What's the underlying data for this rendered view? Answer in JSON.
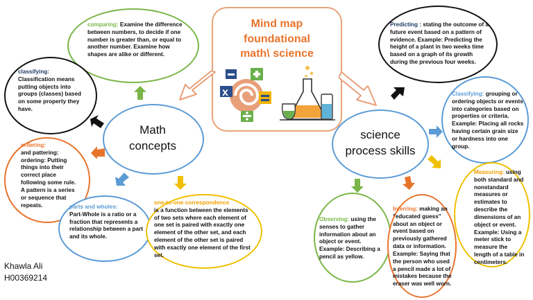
{
  "center": {
    "title_lines": [
      "Mind map",
      "foundational",
      "math\\ science"
    ]
  },
  "main": {
    "math": [
      "Math",
      "concepts"
    ],
    "science": [
      "science",
      "process skills"
    ]
  },
  "bubbles": {
    "comparing": {
      "head": "comparing:",
      "text": " Examine the difference between numbers, to decide if one number is greater than, or equal to another number. Examine how shapes are alike or different."
    },
    "classifying_math": {
      "head": "classifying:",
      "text": "Classification means putting objects into groups (classes) based on some property they have."
    },
    "ordering": {
      "head": "ordering:",
      "text": "and pattering: ordering: Putting things into their correct place following some rule. A pattern is a series or sequence that repeats."
    },
    "parts_wholes": {
      "head": "parts and wholes:",
      "text": " Part-Whole is a ratio or a fraction that represents a relationship between a part and its whole."
    },
    "one_to_one": {
      "head": "one-to-one correspondence",
      "text": "is a  function between the elements of two sets where each element of one set is paired with exactly one element of the other set, and each element of the other set is paired with exactly one element of the first set."
    },
    "predicting": {
      "head": "Predicting :",
      "text": " stating the outcome of a future event based on a pattern of evidence. Example: Predicting the height of a plant in two weeks time based on a graph of its growth during the previous four weeks."
    },
    "classifying_sci": {
      "head": "Classifying:",
      "text": "  grouping or ordering objects or events into categories based on properties or criteria. Example: Placing all rocks having certain grain size or hardness into one group."
    },
    "measuring": {
      "head": "Measuring:",
      "text": " using both standard and nonstandard measures or estimates to describe the dimensions of an object or event. Example: Using a meter stick to measure the length of a table in centimeters."
    },
    "observing": {
      "head": "Observing:",
      "text": " using the senses to gather information about an object or event. Example: Describing a pencil as yellow."
    },
    "inferring": {
      "head": "Inferring:",
      "text": " making an \"educated guess\" about an object or event based on previously gathered data or information. Example: Saying that the person who used a pencil made a lot of mistakes because the eraser was well worn."
    }
  },
  "author": {
    "name": "Khawla Ali",
    "id": "H00369214"
  },
  "colors": {
    "orange": "#e8742c",
    "green": "#7ab648",
    "blue": "#5b9bd5",
    "yellow": "#f0c000",
    "navy": "#1f3864",
    "black": "#000000"
  }
}
